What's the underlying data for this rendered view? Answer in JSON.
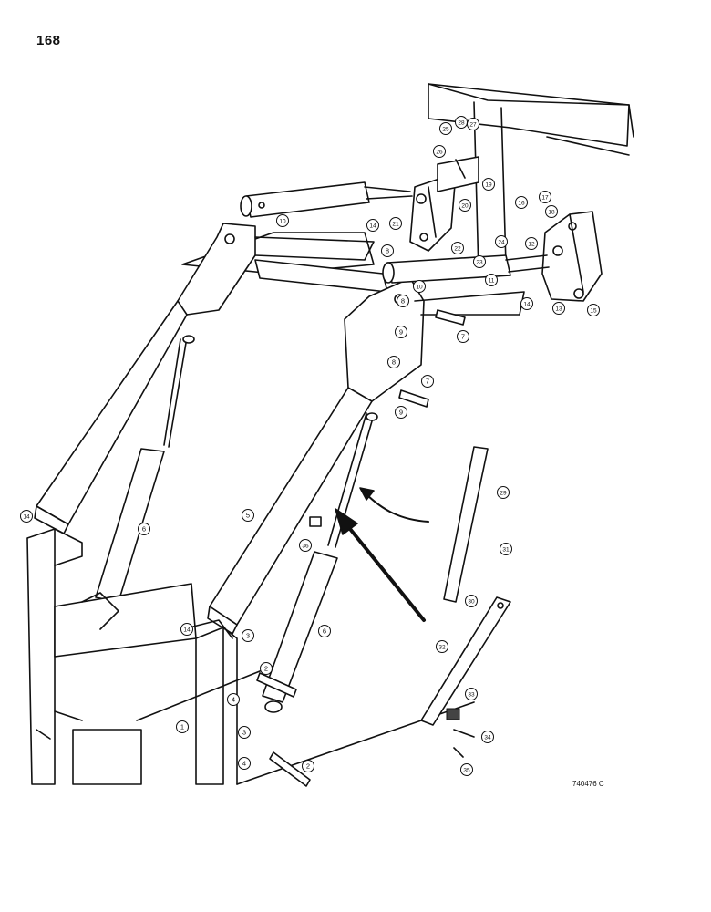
{
  "page": {
    "number": "168",
    "drawing_code": "740476 C"
  },
  "callouts": [
    {
      "id": "c1",
      "label": "1"
    },
    {
      "id": "c2a",
      "label": "2"
    },
    {
      "id": "c2b",
      "label": "2"
    },
    {
      "id": "c3a",
      "label": "3"
    },
    {
      "id": "c3b",
      "label": "3"
    },
    {
      "id": "c4a",
      "label": "4"
    },
    {
      "id": "c4b",
      "label": "4"
    },
    {
      "id": "c5",
      "label": "5"
    },
    {
      "id": "c6a",
      "label": "6"
    },
    {
      "id": "c6b",
      "label": "6"
    },
    {
      "id": "c7a",
      "label": "7"
    },
    {
      "id": "c7b",
      "label": "7"
    },
    {
      "id": "c8a",
      "label": "8"
    },
    {
      "id": "c8b",
      "label": "8"
    },
    {
      "id": "c8c",
      "label": "8"
    },
    {
      "id": "c9a",
      "label": "9"
    },
    {
      "id": "c9b",
      "label": "9"
    },
    {
      "id": "c10a",
      "label": "10"
    },
    {
      "id": "c10b",
      "label": "10"
    },
    {
      "id": "c11",
      "label": "11"
    },
    {
      "id": "c12",
      "label": "12"
    },
    {
      "id": "c13",
      "label": "13"
    },
    {
      "id": "c14a",
      "label": "14"
    },
    {
      "id": "c14b",
      "label": "14"
    },
    {
      "id": "c14c",
      "label": "14"
    },
    {
      "id": "c14d",
      "label": "14"
    },
    {
      "id": "c15",
      "label": "15"
    },
    {
      "id": "c16",
      "label": "16"
    },
    {
      "id": "c17",
      "label": "17"
    },
    {
      "id": "c18",
      "label": "18"
    },
    {
      "id": "c19",
      "label": "19"
    },
    {
      "id": "c20",
      "label": "20"
    },
    {
      "id": "c21",
      "label": "21"
    },
    {
      "id": "c22",
      "label": "22"
    },
    {
      "id": "c23",
      "label": "23"
    },
    {
      "id": "c24",
      "label": "24"
    },
    {
      "id": "c25",
      "label": "25"
    },
    {
      "id": "c26",
      "label": "26"
    },
    {
      "id": "c27",
      "label": "27"
    },
    {
      "id": "c28",
      "label": "28"
    },
    {
      "id": "c29",
      "label": "29"
    },
    {
      "id": "c30",
      "label": "30"
    },
    {
      "id": "c31",
      "label": "31"
    },
    {
      "id": "c32",
      "label": "32"
    },
    {
      "id": "c33",
      "label": "33"
    },
    {
      "id": "c34",
      "label": "34"
    },
    {
      "id": "c35",
      "label": "35"
    },
    {
      "id": "c36",
      "label": "36"
    }
  ]
}
